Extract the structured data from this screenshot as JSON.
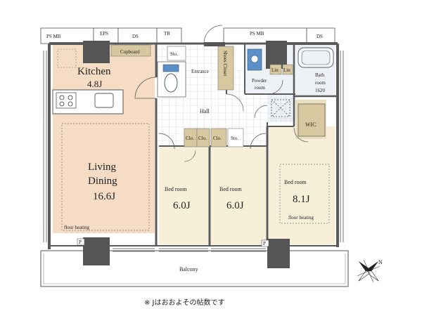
{
  "labels": {
    "kitchen": "Kitchen",
    "kitchen_size": "4.8J",
    "living1": "Living",
    "living2": "Dining",
    "living_size": "16.6J",
    "floor_heating_left": "floor heating",
    "floor_heating_right": "floor heating",
    "cupboard": "Cupboard",
    "sto_top": "Sto.",
    "entrance": "Entrance",
    "shoes_closet": "Shoes Closet",
    "powder_room1": "Powder",
    "powder_room2": "room",
    "lin1": "Lin",
    "lin2": "Lin",
    "bath1": "Bath",
    "bath2": "room",
    "bath3": "1620",
    "hall": "Hall",
    "wic": "WIC",
    "clo1": "Clo.",
    "clo2": "Clo.",
    "clo3": "Clo.",
    "sto_hall": "Sto.",
    "bed1": "Bed room",
    "bed1_size": "6.0J",
    "bed2": "Bed room",
    "bed2_size": "6.0J",
    "bed3": "Bed room",
    "bed3_size": "8.1J",
    "balcony": "Balcony",
    "ps_mb_left": "PS  MB",
    "eps": "EPS",
    "ds_left": "DS",
    "tr": "TR",
    "ps_mb_right": "PS  MB",
    "ds_right": "DS",
    "p_left": "P",
    "p_right": "P",
    "north": "N"
  },
  "footnote": "※ Jはおおよその帖数です",
  "colors": {
    "ldk_floor": "#f6dcc4",
    "wood_floor": "#f8efd9",
    "wall": "#5a5a5a",
    "wet_floor": "#eef2f6",
    "cabinet": "#d8c8a0",
    "blue_fixture": "#5a8fc8"
  }
}
